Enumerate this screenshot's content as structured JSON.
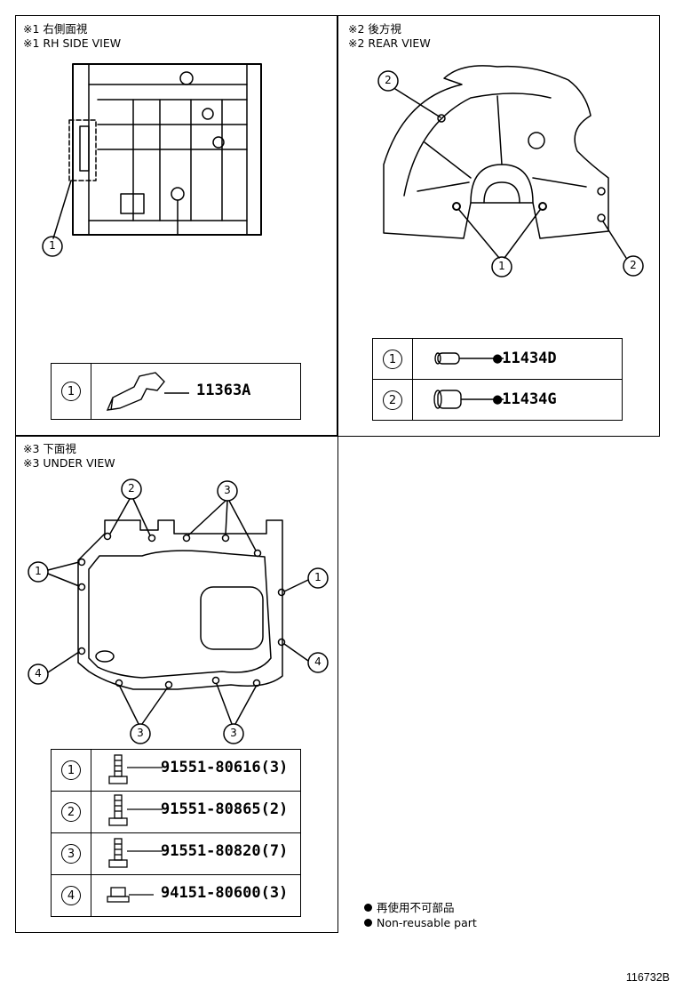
{
  "panels": {
    "rh_side": {
      "title_jp": "※1 右側面視",
      "title_en": "※1 RH SIDE VIEW",
      "callout": "1",
      "parts": [
        {
          "ref": "1",
          "part_no": "11363A"
        }
      ]
    },
    "rear": {
      "title_jp": "※2 後方視",
      "title_en": "※2 REAR VIEW",
      "callouts": [
        "1",
        "2",
        "2"
      ],
      "parts": [
        {
          "ref": "1",
          "part_no": "●11434D"
        },
        {
          "ref": "2",
          "part_no": "●11434G"
        }
      ]
    },
    "under": {
      "title_jp": "※3 下面視",
      "title_en": "※3 UNDER VIEW",
      "callouts": [
        "2",
        "3",
        "1",
        "1",
        "4",
        "4",
        "3",
        "3"
      ],
      "parts": [
        {
          "ref": "1",
          "part_no": "91551-80616(3)"
        },
        {
          "ref": "2",
          "part_no": "91551-80865(2)"
        },
        {
          "ref": "3",
          "part_no": "91551-80820(7)"
        },
        {
          "ref": "4",
          "part_no": "94151-80600(3)"
        }
      ]
    }
  },
  "legend": {
    "jp": "再使用不可部品",
    "en": "Non-reusable part"
  },
  "illustration_id": "116732B"
}
